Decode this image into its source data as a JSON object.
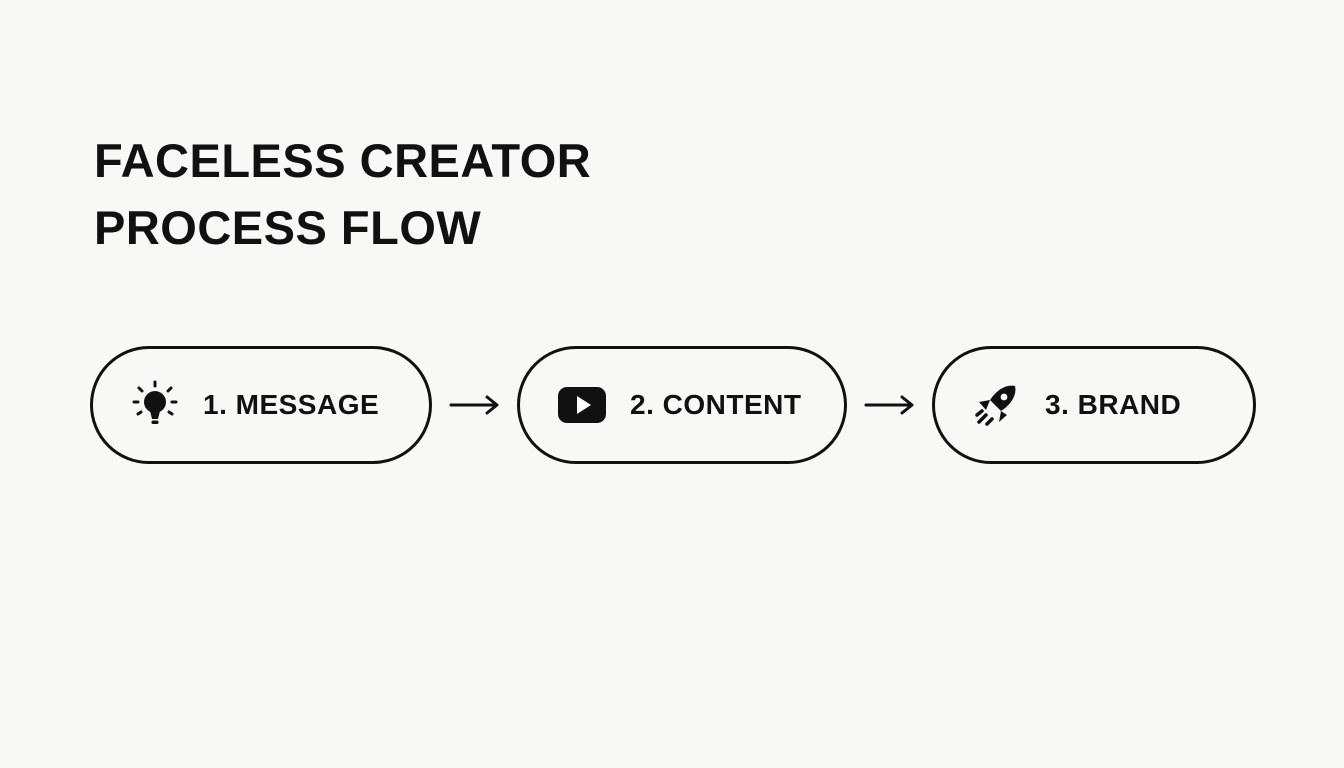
{
  "title": {
    "line1": "FACELESS CREATOR",
    "line2": "PROCESS FLOW"
  },
  "flow": {
    "steps": [
      {
        "label": "1. MESSAGE",
        "icon": "lightbulb-icon"
      },
      {
        "label": "2. CONTENT",
        "icon": "play-button-icon"
      },
      {
        "label": "3. BRAND",
        "icon": "rocket-icon"
      }
    ],
    "connectors": [
      {
        "icon": "arrow-right-icon"
      },
      {
        "icon": "arrow-right-icon"
      }
    ]
  },
  "colors": {
    "background": "#f8f8f7",
    "foreground": "#111111"
  }
}
